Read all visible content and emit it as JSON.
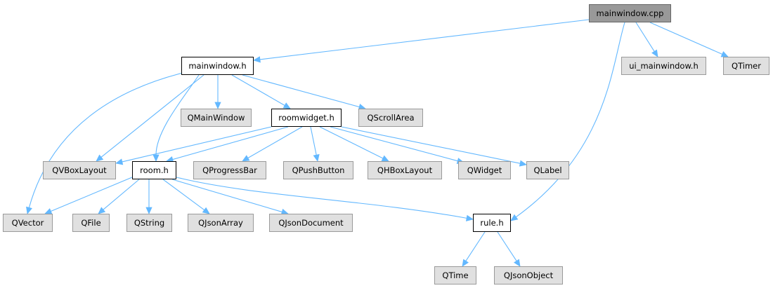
{
  "diagram": {
    "nodes": {
      "mainwindow_cpp": "mainwindow.cpp",
      "mainwindow_h": "mainwindow.h",
      "ui_mainwindow_h": "ui_mainwindow.h",
      "qtimer": "QTimer",
      "qmainwindow": "QMainWindow",
      "roomwidget_h": "roomwidget.h",
      "qscrollarea": "QScrollArea",
      "qvboxlayout": "QVBoxLayout",
      "room_h": "room.h",
      "qprogressbar": "QProgressBar",
      "qpushbutton": "QPushButton",
      "qhboxlayout": "QHBoxLayout",
      "qwidget": "QWidget",
      "qlabel": "QLabel",
      "qvector": "QVector",
      "qfile": "QFile",
      "qstring": "QString",
      "qjsonarray": "QJsonArray",
      "qjsondocument": "QJsonDocument",
      "rule_h": "rule.h",
      "qtime": "QTime",
      "qjsonobject": "QJsonObject"
    },
    "edges": [
      [
        "mainwindow_cpp",
        "mainwindow_h"
      ],
      [
        "mainwindow_cpp",
        "ui_mainwindow_h"
      ],
      [
        "mainwindow_cpp",
        "qtimer"
      ],
      [
        "mainwindow_cpp",
        "rule_h"
      ],
      [
        "mainwindow_h",
        "qmainwindow"
      ],
      [
        "mainwindow_h",
        "roomwidget_h"
      ],
      [
        "mainwindow_h",
        "qscrollarea"
      ],
      [
        "mainwindow_h",
        "qvboxlayout"
      ],
      [
        "mainwindow_h",
        "room_h"
      ],
      [
        "mainwindow_h",
        "qvector"
      ],
      [
        "roomwidget_h",
        "qvboxlayout"
      ],
      [
        "roomwidget_h",
        "room_h"
      ],
      [
        "roomwidget_h",
        "qprogressbar"
      ],
      [
        "roomwidget_h",
        "qpushbutton"
      ],
      [
        "roomwidget_h",
        "qhboxlayout"
      ],
      [
        "roomwidget_h",
        "qwidget"
      ],
      [
        "roomwidget_h",
        "qlabel"
      ],
      [
        "room_h",
        "qvector"
      ],
      [
        "room_h",
        "qfile"
      ],
      [
        "room_h",
        "qstring"
      ],
      [
        "room_h",
        "qjsonarray"
      ],
      [
        "room_h",
        "qjsondocument"
      ],
      [
        "room_h",
        "rule_h"
      ],
      [
        "rule_h",
        "qtime"
      ],
      [
        "rule_h",
        "qjsonobject"
      ]
    ]
  }
}
